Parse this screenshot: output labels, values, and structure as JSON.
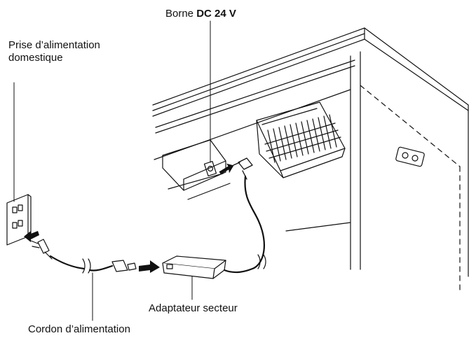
{
  "labels": {
    "terminal_prefix": "Borne",
    "terminal_bold": "DC 24 V",
    "outlet_line1": "Prise d’alimentation",
    "outlet_line2": "domestique",
    "adapter": "Adaptateur secteur",
    "power_cord": "Cordon d’alimentation"
  },
  "colors": {
    "line": "#111111",
    "background": "#ffffff"
  }
}
